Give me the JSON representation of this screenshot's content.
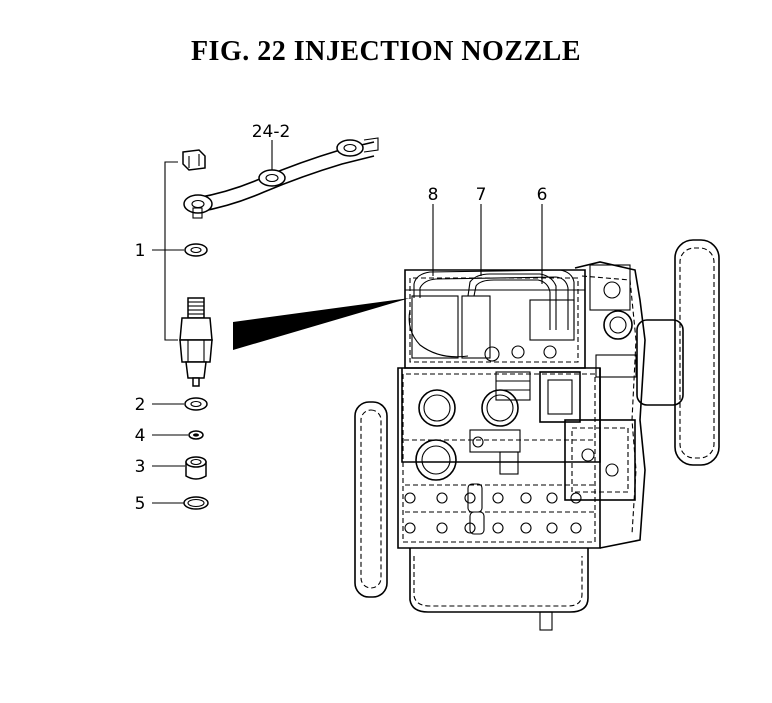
{
  "title": "FIG. 22  INJECTION NOZZLE",
  "callouts": {
    "c1": "1",
    "c2": "2",
    "c3": "3",
    "c4": "4",
    "c5": "5",
    "c6": "6",
    "c7": "7",
    "c8": "8",
    "c24_2": "24-2"
  },
  "parts": [
    {
      "ref": "24-2",
      "depicts": "injection pipe assembly"
    },
    {
      "ref": "1",
      "depicts": "gasket"
    },
    {
      "ref": "2",
      "depicts": "washer"
    },
    {
      "ref": "4",
      "depicts": "seal ring"
    },
    {
      "ref": "3",
      "depicts": "nozzle holder sleeve"
    },
    {
      "ref": "5",
      "depicts": "o-ring"
    }
  ]
}
